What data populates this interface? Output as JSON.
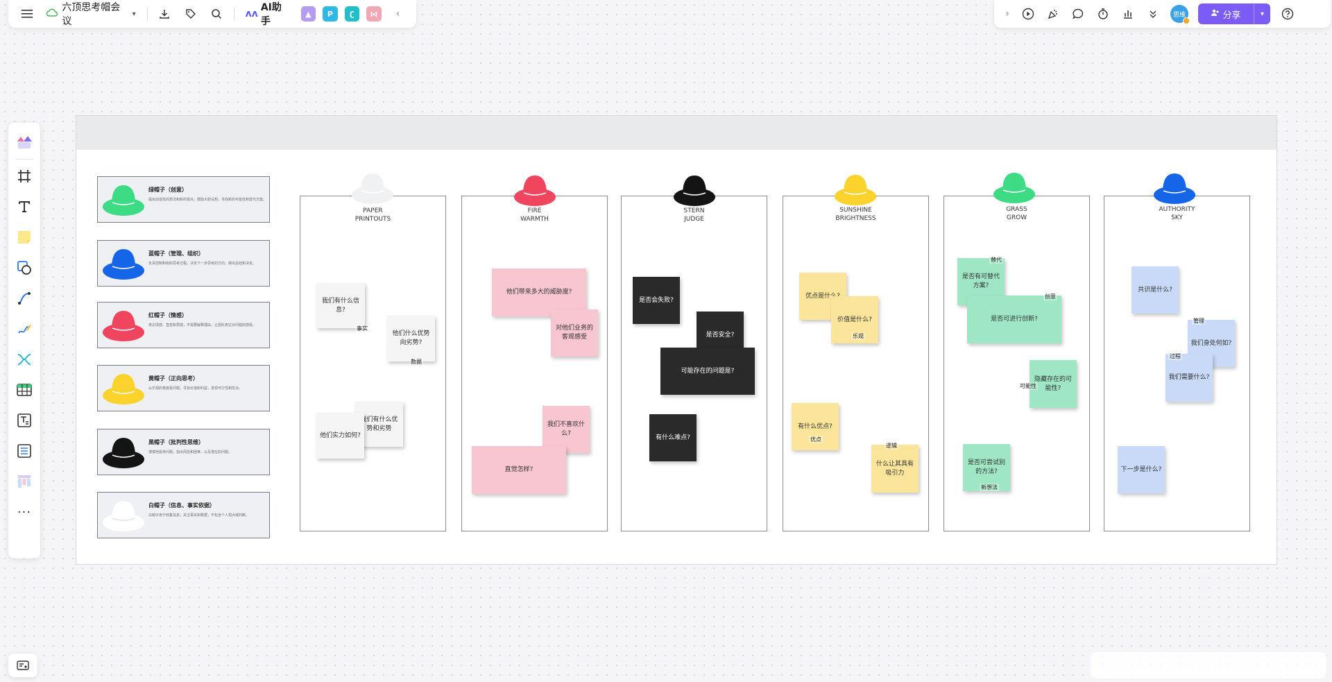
{
  "toolbar_left": {
    "menu_icon": "hamburger-icon",
    "doc_title": "六顶思考帽会议",
    "ai_label": "AI助手"
  },
  "toolbar_right": {
    "avatar_text": "思维",
    "share_label": "分享"
  },
  "legend": [
    {
      "title": "绿帽子（创意）",
      "desc": "提出创造性的想法和新的观点，鼓励大胆设想，寻找新的可能性和替代方案。",
      "color": "#3ddc84"
    },
    {
      "title": "蓝帽子（管理、组织）",
      "desc": "负责控制和组织思考过程，决定下一步思考的方向，做出总结和决定。",
      "color": "#1565e8"
    },
    {
      "title": "红帽子（情感）",
      "desc": "表达情感、直觉和预感，不需要解释理由，让团队表达对问题的感受。",
      "color": "#f0455e"
    },
    {
      "title": "黄帽子（正向思考）",
      "desc": "从乐观的角度看问题，寻找价值和利益，发现可行性和优点。",
      "color": "#fcd22d"
    },
    {
      "title": "黑帽子（批判性思维）",
      "desc": "谨慎地看待问题，指出风险和困难，以及潜在的问题。",
      "color": "#141414"
    },
    {
      "title": "白帽子（信息、事实依据）",
      "desc": "白帽子用于收集信息，关注事实和数据，不包含个人观点或判断。",
      "color": "#ffffff"
    }
  ],
  "columns": [
    {
      "line1": "PAPER",
      "line2": "PRINTOUTS",
      "color": "#f3f3f5"
    },
    {
      "line1": "FIRE",
      "line2": "WARMTH",
      "color": "#f0455e"
    },
    {
      "line1": "STERN",
      "line2": "JUDGE",
      "color": "#141414"
    },
    {
      "line1": "SUNSHINE",
      "line2": "BRIGHTNESS",
      "color": "#fcd22d"
    },
    {
      "line1": "GRASS",
      "line2": "GROW",
      "color": "#3ddc84"
    },
    {
      "line1": "AUTHORITY",
      "line2": "SKY",
      "color": "#1565e8"
    }
  ],
  "notes": {
    "white": [
      "我们有什么信息?",
      "他们什么优势向劣势?",
      "我们有什么优势和劣势",
      "他们实力如何?"
    ],
    "white_tags": [
      "事实",
      "数据"
    ],
    "pink": [
      "他们带来多大的威胁度?",
      "对他们业务的客观感受",
      "我们不喜欢什么?",
      "直觉怎样?"
    ],
    "black": [
      "是否会失败?",
      "是否安全?",
      "可能存在的问题是?",
      "有什么难点?"
    ],
    "yellow": [
      "优点是什么?",
      "价值是什么?",
      "有什么优点?",
      "什么让其具有吸引力"
    ],
    "yellow_tags": [
      "乐观",
      "优点",
      "逻辑"
    ],
    "green": [
      "是否有可替代方案?",
      "是否可进行创新?",
      "隐藏存在的可能性?",
      "是否可尝试别的方法?"
    ],
    "green_tags": [
      "替代",
      "创意",
      "可能性",
      "新想法"
    ],
    "blue": [
      "共识是什么?",
      "我们身处何如?",
      "我们需要什么?",
      "下一步是什么?"
    ],
    "blue_tags": [
      "管理",
      "过程"
    ]
  }
}
